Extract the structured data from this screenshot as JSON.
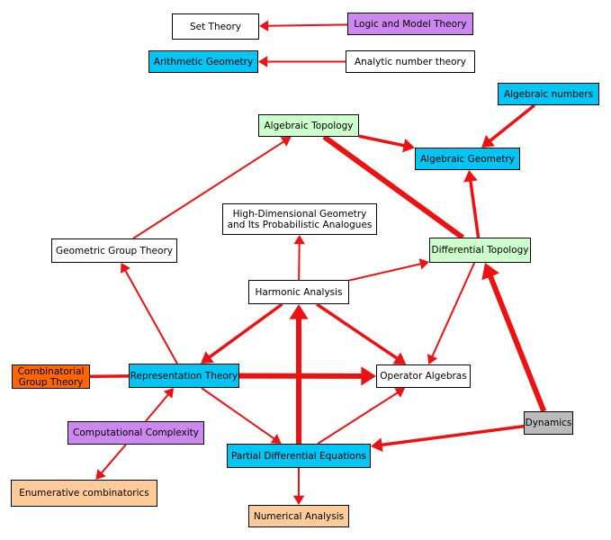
{
  "colors": {
    "edge": "#ee1111",
    "blue": "#00c5f5",
    "green": "#ccffcc",
    "purple": "#cc88ee",
    "orange": "#ff6600",
    "peach": "#ffcc99",
    "gray": "#bbbbbb",
    "white": "#ffffff"
  },
  "nodes": [
    {
      "id": "set",
      "label": "Set Theory",
      "color": "white"
    },
    {
      "id": "logic",
      "label": "Logic and Model Theory",
      "color": "purple"
    },
    {
      "id": "arith",
      "label": "Arithmetic Geometry",
      "color": "blue"
    },
    {
      "id": "analytic",
      "label": "Analytic number theory",
      "color": "white"
    },
    {
      "id": "algnum",
      "label": "Algebraic numbers",
      "color": "blue"
    },
    {
      "id": "algtop",
      "label": "Algebraic Topology",
      "color": "green"
    },
    {
      "id": "alggeo",
      "label": "Algebraic Geometry",
      "color": "blue"
    },
    {
      "id": "highdim",
      "label": "High-Dimensional Geometry\nand Its Probabilistic Analogues",
      "color": "white"
    },
    {
      "id": "geogroup",
      "label": "Geometric Group Theory",
      "color": "white"
    },
    {
      "id": "difftop",
      "label": "Differential Topology",
      "color": "green"
    },
    {
      "id": "harmonic",
      "label": "Harmonic Analysis",
      "color": "white"
    },
    {
      "id": "combgroup",
      "label": "Combinatorial\nGroup Theory",
      "color": "orange"
    },
    {
      "id": "rep",
      "label": "Representation Theory",
      "color": "blue"
    },
    {
      "id": "opalg",
      "label": "Operator Algebras",
      "color": "white"
    },
    {
      "id": "dynamics",
      "label": "Dynamics",
      "color": "gray"
    },
    {
      "id": "compcx",
      "label": "Computational Complexity",
      "color": "purple"
    },
    {
      "id": "pde",
      "label": "Partial Differential Equations",
      "color": "blue"
    },
    {
      "id": "enum",
      "label": "Enumerative combinatorics",
      "color": "peach"
    },
    {
      "id": "numan",
      "label": "Numerical Analysis",
      "color": "peach"
    }
  ],
  "edges": [
    {
      "from": "logic",
      "to": "set",
      "weight": "thin"
    },
    {
      "from": "analytic",
      "to": "arith",
      "weight": "thin"
    },
    {
      "from": "algnum",
      "to": "alggeo",
      "weight": "medium"
    },
    {
      "from": "algtop",
      "to": "alggeo",
      "weight": "medium"
    },
    {
      "from": "algtop",
      "to": "difftop",
      "weight": "thick",
      "arrow": false
    },
    {
      "from": "difftop",
      "to": "alggeo",
      "weight": "medium"
    },
    {
      "from": "geogroup",
      "to": "algtop",
      "weight": "thin"
    },
    {
      "from": "harmonic",
      "to": "highdim",
      "weight": "thin"
    },
    {
      "from": "harmonic",
      "to": "difftop",
      "weight": "thin"
    },
    {
      "from": "difftop",
      "to": "opalg",
      "weight": "thin"
    },
    {
      "from": "harmonic",
      "to": "rep",
      "weight": "medium"
    },
    {
      "from": "harmonic",
      "to": "opalg",
      "weight": "medium"
    },
    {
      "from": "rep",
      "to": "geogroup",
      "weight": "thin"
    },
    {
      "from": "combgroup",
      "to": "rep",
      "weight": "medium",
      "arrow": false
    },
    {
      "from": "rep",
      "to": "opalg",
      "weight": "thick"
    },
    {
      "from": "pde",
      "to": "harmonic",
      "weight": "thick"
    },
    {
      "from": "rep",
      "to": "pde",
      "weight": "thin"
    },
    {
      "from": "pde",
      "to": "opalg",
      "weight": "thin"
    },
    {
      "from": "dynamics",
      "to": "difftop",
      "weight": "thick"
    },
    {
      "from": "dynamics",
      "to": "pde",
      "weight": "medium"
    },
    {
      "from": "compcx",
      "to": "rep",
      "weight": "thin"
    },
    {
      "from": "compcx",
      "to": "enum",
      "weight": "thin"
    },
    {
      "from": "pde",
      "to": "numan",
      "weight": "thin"
    }
  ]
}
